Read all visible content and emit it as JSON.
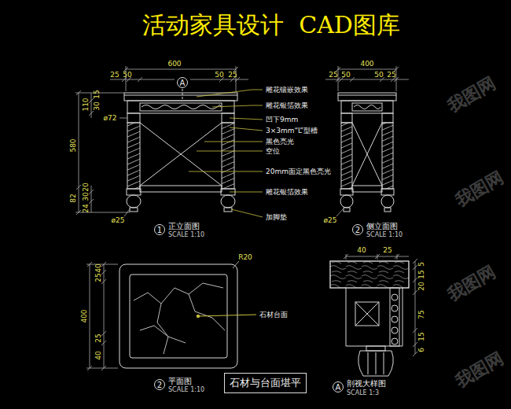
{
  "diagram": {
    "title": "活动家具设计  CAD图库",
    "nodes": [
      {
        "text": [
          "A"
        ]
      },
      {
        "text": [
          "1"
        ]
      },
      {
        "text": [
          "2"
        ]
      },
      {
        "text": [
          "2"
        ]
      },
      {
        "text": [
          "A"
        ]
      },
      {
        "text": [
          "石材与台面堪平"
        ]
      }
    ],
    "labels": [
      "600",
      "25",
      "50",
      "50",
      "25",
      "110",
      "15",
      "30",
      "580",
      "ø72",
      "82",
      "24",
      "30",
      "20",
      "ø25",
      "雕花镶嵌效果",
      "雕花银箔效果",
      "凹下9mm",
      "3×3mm“L”型槽",
      "黑色亮光",
      "空位",
      "20mm面定黑色亮光",
      "雕花银箔效果",
      "加脚垫",
      "正立面图",
      "SCALE 1:10",
      "400",
      "25",
      "50",
      "50",
      "25",
      "ø25",
      "侧立面图",
      "SCALE 1:10",
      "R20",
      "400",
      "40",
      "25",
      "25",
      "40",
      "石材台面",
      "平面图",
      "SCALE 1:10",
      "40",
      "25",
      "5",
      "15",
      "20",
      "75",
      "15",
      "6",
      "剖视大样图",
      "SCALE 1:3",
      "我图网",
      "我图网",
      "我图网",
      "我图网"
    ]
  }
}
